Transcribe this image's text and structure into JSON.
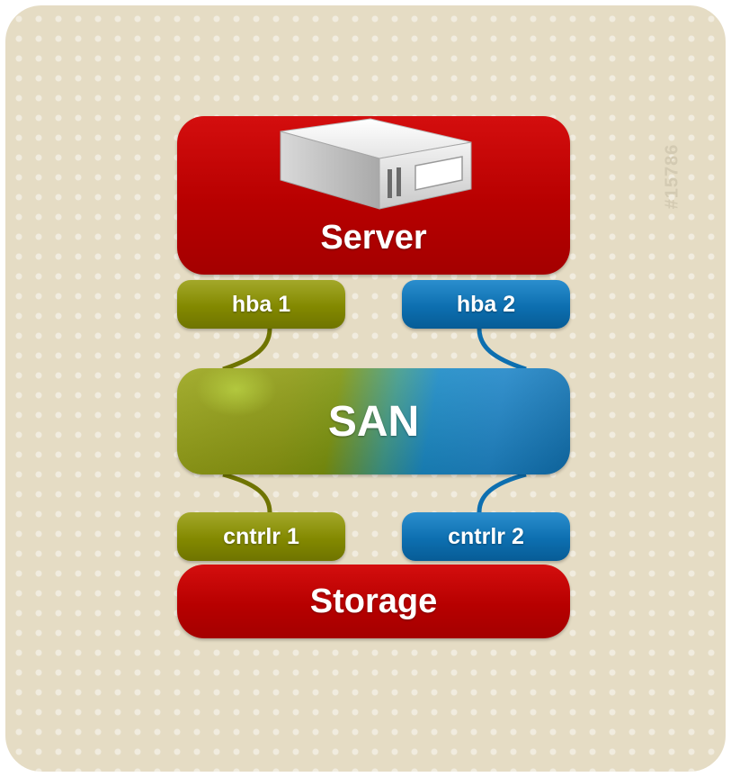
{
  "diagram": {
    "server_label": "Server",
    "hba1_label": "hba 1",
    "hba2_label": "hba 2",
    "san_label": "SAN",
    "cntrlr1_label": "cntrlr 1",
    "cntrlr2_label": "cntrlr 2",
    "storage_label": "Storage",
    "figure_id": "#15786"
  },
  "colors": {
    "background": "#e5dcc4",
    "red": "#b70000",
    "olive": "#838900",
    "blue": "#0d6fb0"
  },
  "icons": {
    "server": "server-box-icon"
  }
}
